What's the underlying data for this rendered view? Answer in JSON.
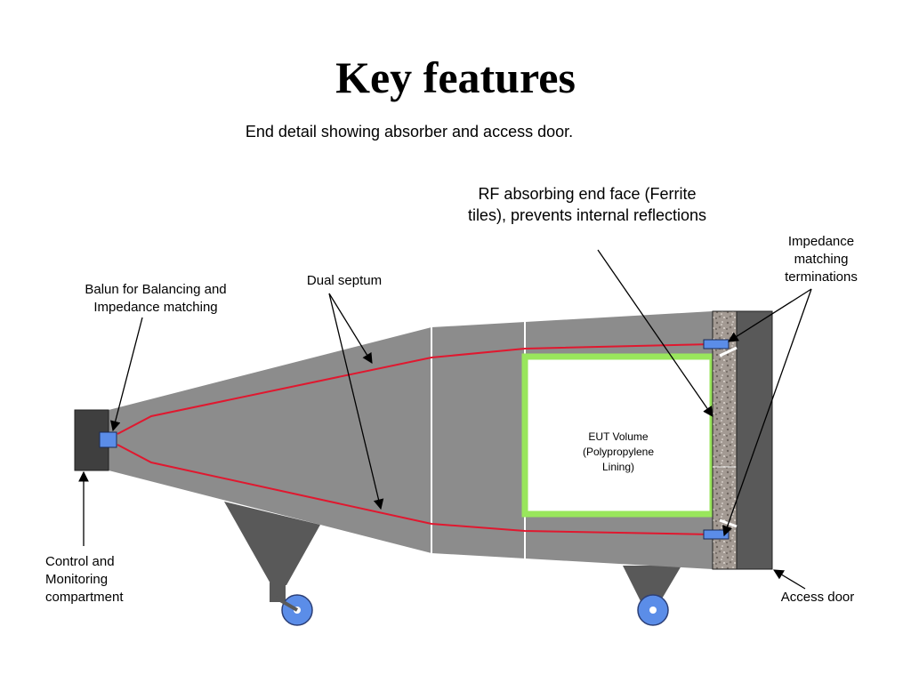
{
  "title": "Key features",
  "subtitle": "End detail showing absorber and access door.",
  "labels": {
    "rf_absorber": "RF absorbing end face (Ferrite tiles), prevents internal reflections",
    "impedance_terminations": "Impedance matching terminations",
    "balun": "Balun for Balancing and Impedance matching",
    "dual_septum": "Dual septum",
    "eut_volume": "EUT Volume (Polypropylene Lining)",
    "control_compartment": "Control and Monitoring compartment",
    "access_door": "Access door"
  },
  "colors": {
    "body": "#8c8c8c",
    "dark": "#595959",
    "compartment": "#3f3f3f",
    "septum": "#e0182f",
    "lining": "#99e65c",
    "balun": "#5b8de8",
    "absorber": "#a09690"
  }
}
